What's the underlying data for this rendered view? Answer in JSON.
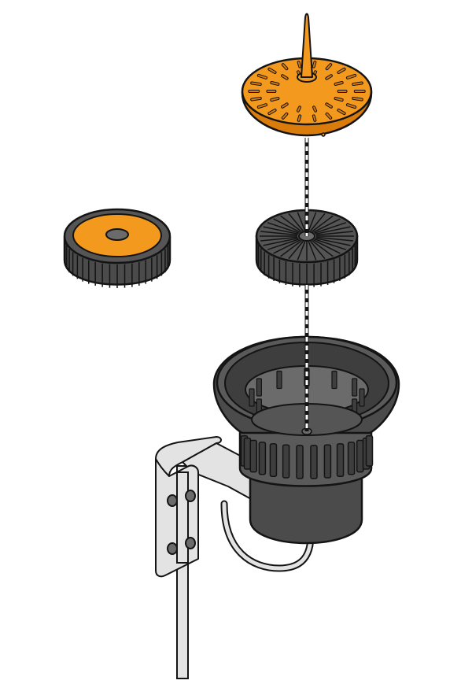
{
  "diagram": {
    "parts": [
      {
        "id": "spike-cap",
        "name": "spike-cap"
      },
      {
        "id": "cog-wheel-top-view",
        "name": "cog-wheel-top-view"
      },
      {
        "id": "cog-wheel-bottom-view",
        "name": "cog-wheel-bottom-view"
      },
      {
        "id": "funnel-housing",
        "name": "funnel-housing"
      },
      {
        "id": "mounting-bracket",
        "name": "mounting-bracket"
      },
      {
        "id": "pole",
        "name": "pole"
      }
    ],
    "colors": {
      "orange": "#F39A1E",
      "orange_dark": "#D97C0B",
      "dark_gray": "#4B4B4B",
      "mid_gray": "#6B6B6B",
      "light_gray": "#CFCFCF",
      "steel": "#E3E3E3",
      "outline": "#141414",
      "background": "#FFFFFF"
    }
  }
}
